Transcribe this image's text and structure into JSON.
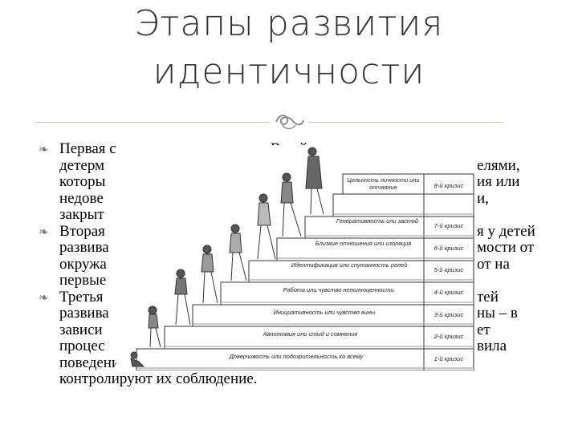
{
  "title": {
    "line1": "Этапы развития",
    "line2": "идентичности"
  },
  "ornament_icon": "scroll-ornament",
  "bullets": [
    {
      "lines": [
        "Первая стадия – до одного года. В ней закладывается",
        "детерм",
        "которы",
        "недове",
        "закрыт"
      ],
      "right_fragments": [
        "елями,",
        "ия или",
        "и,"
      ]
    },
    {
      "lines": [
        "Вторая",
        "развива",
        "окружа",
        "первые"
      ],
      "right_fragments": [
        "я у детей",
        "мости от",
        "от на"
      ]
    },
    {
      "lines": [
        "Третья",
        "развива",
        "зависи",
        "процес",
        "поведения ему предлагаются и насколько жестко взрослые",
        "контролируют их соблюдение."
      ],
      "right_fragments": [
        "тей",
        "ны – в",
        "ет",
        "вила"
      ]
    }
  ],
  "figure": {
    "steps": [
      {
        "label": "Доверчивость или подозрительность ко всему",
        "crisis": "1-й кризис"
      },
      {
        "label": "Автономия или стыд и сомнения",
        "crisis": "2-й кризис"
      },
      {
        "label": "Инициативность или чувство вины",
        "crisis": "3-й кризис"
      },
      {
        "label": "Работа или чувство неполноценности",
        "crisis": "4-й кризис"
      },
      {
        "label": "Идентификация или спутанность ролей",
        "crisis": "5-й кризис"
      },
      {
        "label": "Близкие отношения или изоляция",
        "crisis": "6-й кризис"
      },
      {
        "label": "Генеративность или застой",
        "crisis": "7-й кризис"
      },
      {
        "label": "Цельность личности или отчаяние",
        "crisis": "8-й кризис"
      }
    ]
  }
}
